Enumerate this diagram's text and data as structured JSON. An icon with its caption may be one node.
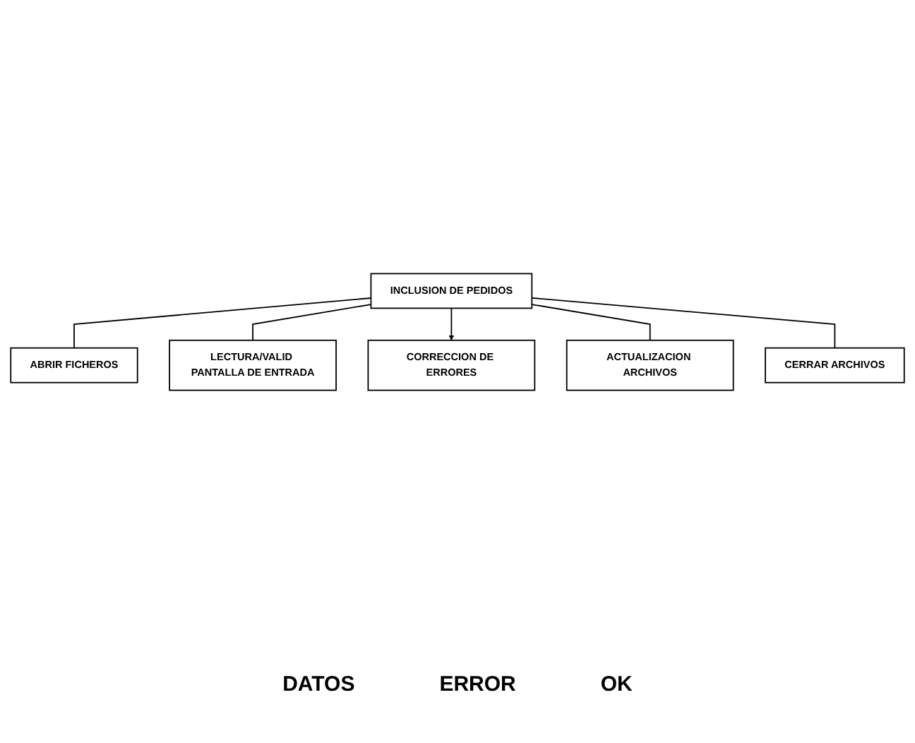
{
  "diagram": {
    "nodes": [
      {
        "text": [
          "INCLUSION DE PEDIDOS"
        ]
      },
      {
        "text": [
          "ABRIR FICHEROS"
        ]
      },
      {
        "text": [
          "LECTURA/VALID PANTALLA DE ENTRADA"
        ]
      },
      {
        "text": [
          "CORRECCION DE ERRORES"
        ]
      },
      {
        "text": [
          "ACTUALIZACION ARCHIVOS"
        ]
      },
      {
        "text": [
          "CERRAR ARCHIVOS"
        ]
      }
    ],
    "edges": [
      {
        "from": 0,
        "to": 1,
        "arrow": "none"
      },
      {
        "from": 0,
        "to": 2,
        "arrow": "none"
      },
      {
        "from": 0,
        "to": 3,
        "arrow": "to"
      },
      {
        "from": 0,
        "to": 4,
        "arrow": "none"
      },
      {
        "from": 0,
        "to": 5,
        "arrow": "none"
      }
    ],
    "labels": [
      "DATOS",
      "ERROR",
      "OK"
    ]
  }
}
